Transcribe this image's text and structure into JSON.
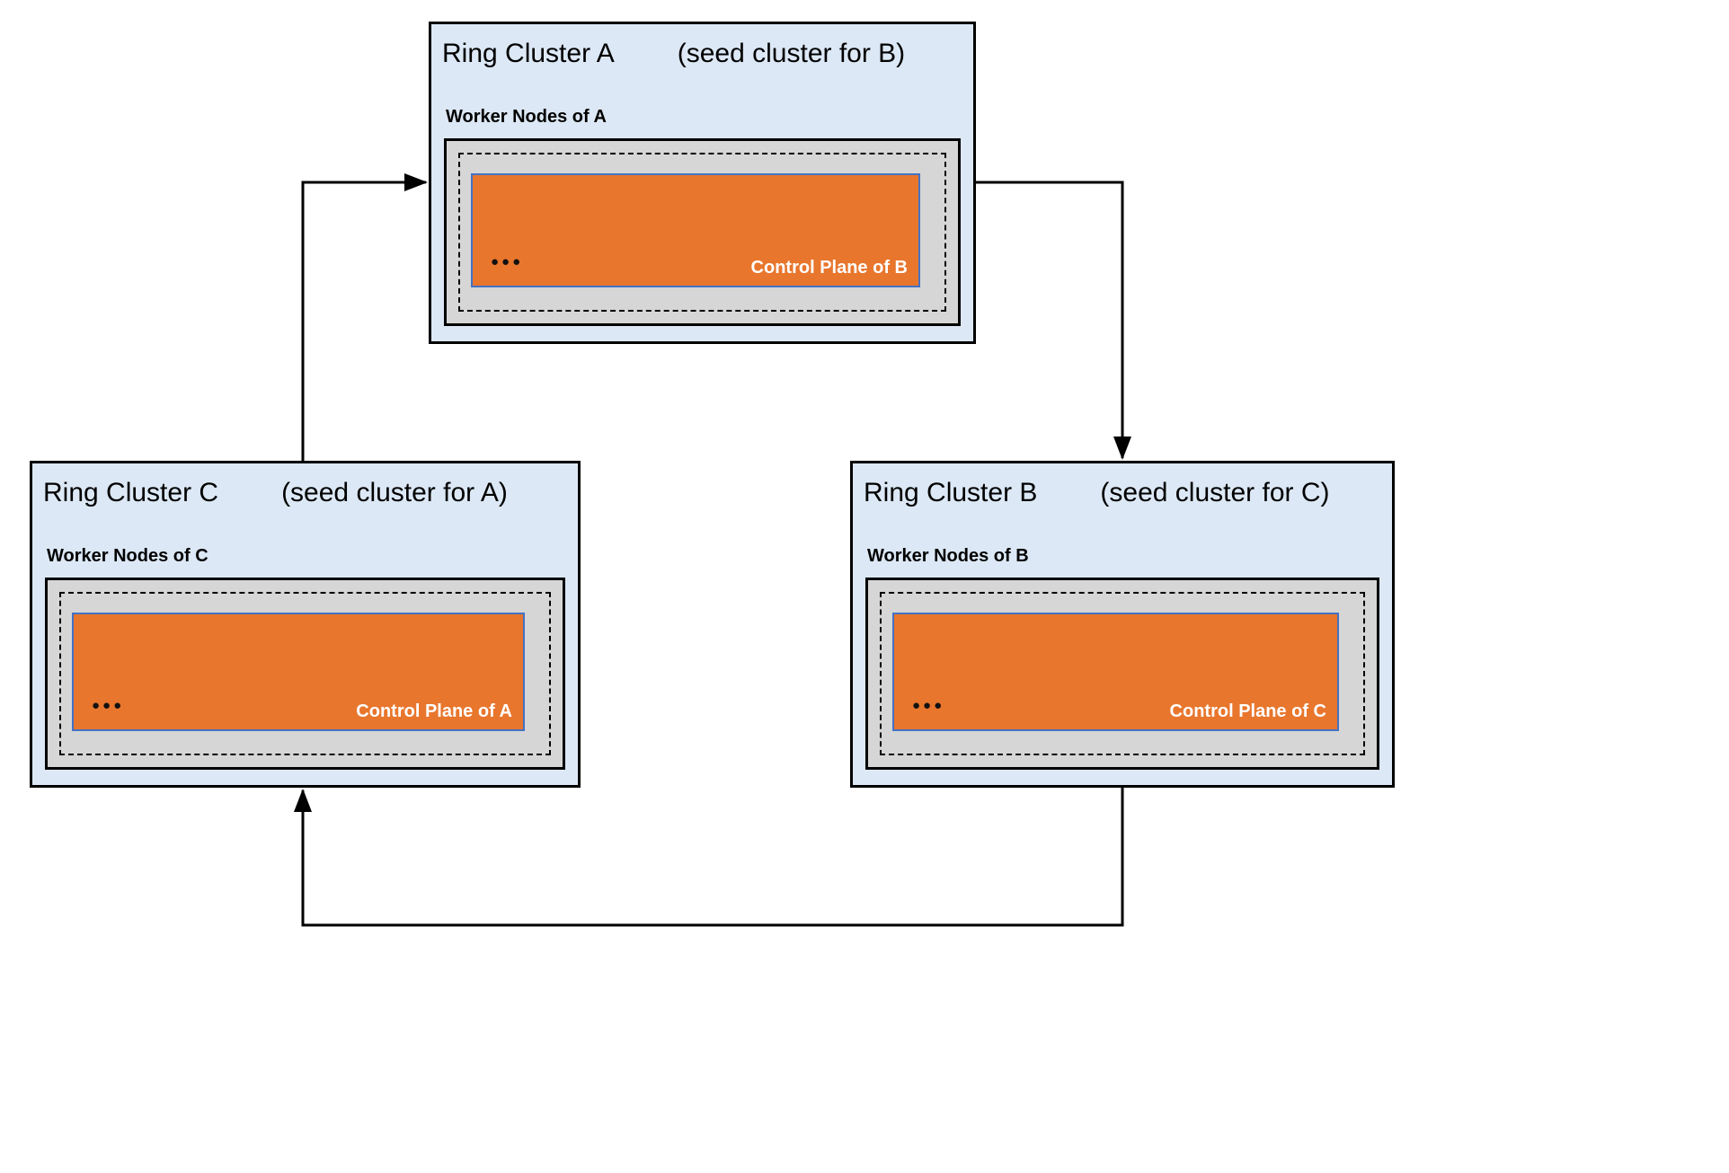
{
  "colors": {
    "cluster_bg": "#dce8f5",
    "cluster_border": "#000000",
    "worker_box_bg": "#d6d6d6",
    "control_plane_bg": "#e8762d",
    "control_plane_border": "#4472c4",
    "arrow": "#000000"
  },
  "clusters": {
    "a": {
      "title": "Ring Cluster A",
      "subtitle": "(seed cluster for B)",
      "worker_label": "Worker Nodes of A",
      "control_plane_label": "Control Plane of B",
      "dots": "●●●"
    },
    "b": {
      "title": "Ring Cluster B",
      "subtitle": "(seed cluster for C)",
      "worker_label": "Worker Nodes of B",
      "control_plane_label": "Control Plane of C",
      "dots": "●●●"
    },
    "c": {
      "title": "Ring Cluster C",
      "subtitle": "(seed cluster for A)",
      "worker_label": "Worker Nodes of C",
      "control_plane_label": "Control Plane of A",
      "dots": "●●●"
    }
  },
  "arrows": [
    {
      "from": "cluster-c",
      "to": "cluster-a"
    },
    {
      "from": "cluster-a",
      "to": "cluster-b"
    },
    {
      "from": "cluster-b",
      "to": "cluster-c"
    }
  ]
}
